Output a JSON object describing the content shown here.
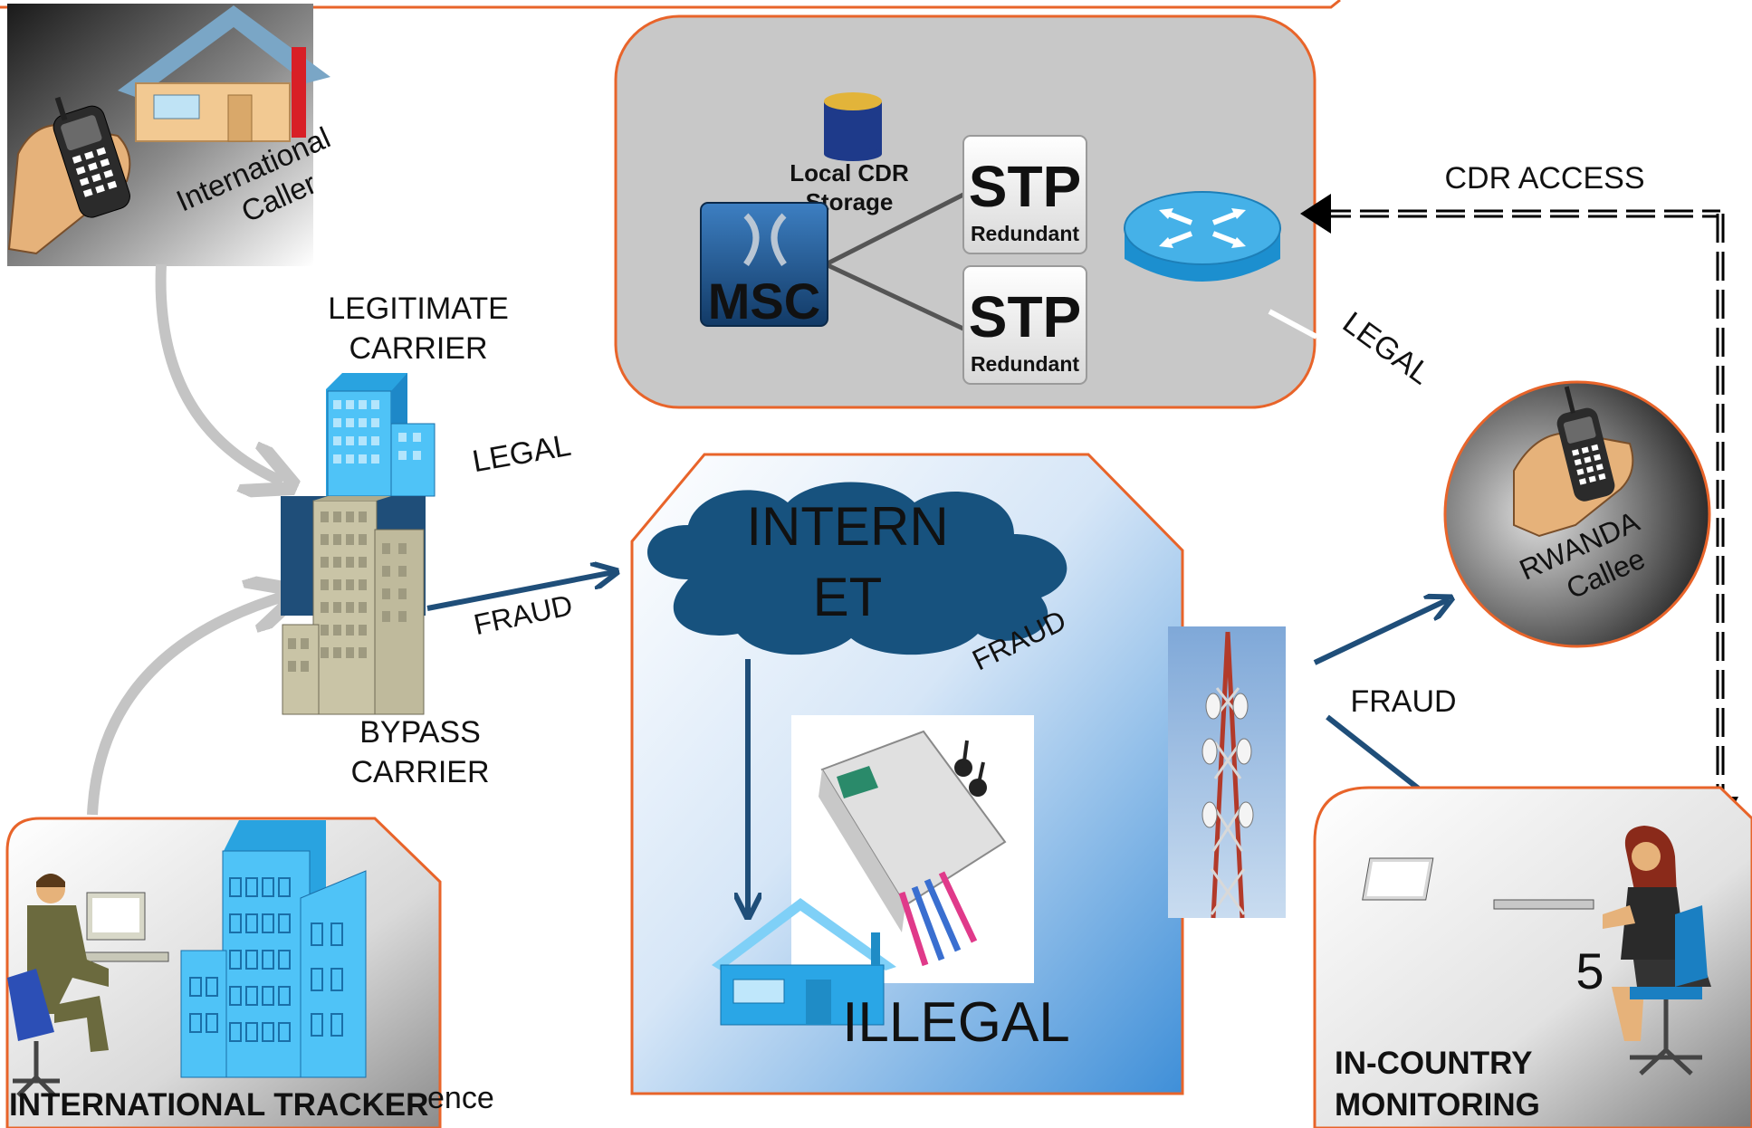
{
  "labels": {
    "international_caller_line1": "International",
    "international_caller_line2": "Caller",
    "legitimate_carrier_line1": "LEGITIMATE",
    "legitimate_carrier_line2": "CARRIER",
    "bypass_carrier_line1": "BYPASS",
    "bypass_carrier_line2": "CARRIER",
    "legal_left": "LEGAL",
    "fraud_left": "FRAUD",
    "local_cdr_line1": "Local CDR",
    "local_cdr_line2": "Storage",
    "msc": "MSC",
    "stp_1": "STP",
    "stp_1_sub": "Redundant",
    "stp_2": "STP",
    "stp_2_sub": "Redundant",
    "cdr_access": "CDR ACCESS",
    "legal_right": "LEGAL",
    "internet_line1": "INTERN",
    "internet_line2": "ET",
    "fraud_internet": "FRAUD",
    "illegal": "ILLEGAL",
    "rwanda_callee_line1": "RWANDA",
    "rwanda_callee_line2": "Callee",
    "fraud_right": "FRAUD",
    "international_tracker": "INTERNATIONAL TRACKER",
    "ghost_text": "ence",
    "in_country_line1": "IN-COUNTRY",
    "in_country_line2": "MONITORING",
    "page_number": "5"
  },
  "colors": {
    "orange_border": "#e8642a",
    "core_network_fill": "#c8c8c8",
    "arrow_blue": "#1f4e79",
    "arrow_gray": "#c4c4c4",
    "cloud_fill": "#17527e",
    "building_blue": "#4fc3f7",
    "building_tan": "#c9c4a6"
  },
  "icons": [
    "house-icon",
    "mobile-phone-icon",
    "office-building-icon",
    "database-icon",
    "msc-switch-icon",
    "router-icon",
    "cloud-icon",
    "sim-box-gateway-icon",
    "cell-tower-icon",
    "person-at-computer-icon",
    "woman-at-laptop-icon"
  ]
}
